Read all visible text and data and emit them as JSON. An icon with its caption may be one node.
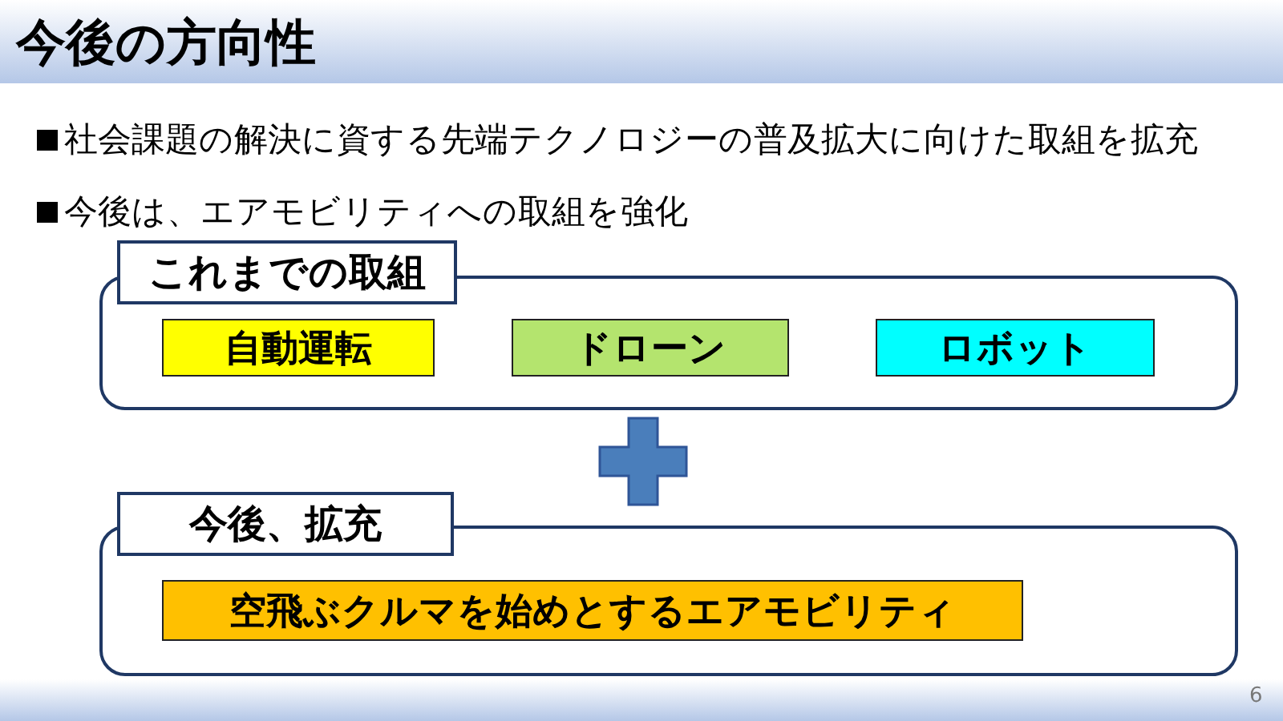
{
  "diagram": {
    "title": "今後の方向性",
    "nodes": [
      {
        "text": [
          "これまでの取組"
        ]
      },
      {
        "text": [
          "自動運転"
        ],
        "in": 0
      },
      {
        "text": [
          "ドローン"
        ],
        "in": 0
      },
      {
        "text": [
          "ロボット"
        ],
        "in": 0
      },
      {
        "text": [
          "今後、拡充"
        ]
      },
      {
        "text": [
          "空飛ぶクルマを始めとするエアモビリティ"
        ],
        "in": 4
      }
    ],
    "labels": [
      "社会課題の解決に資する先端テクノロジーの普及拡大に向けた取組を拡充",
      "今後は、エアモビリティへの取組を強化",
      "6"
    ]
  }
}
